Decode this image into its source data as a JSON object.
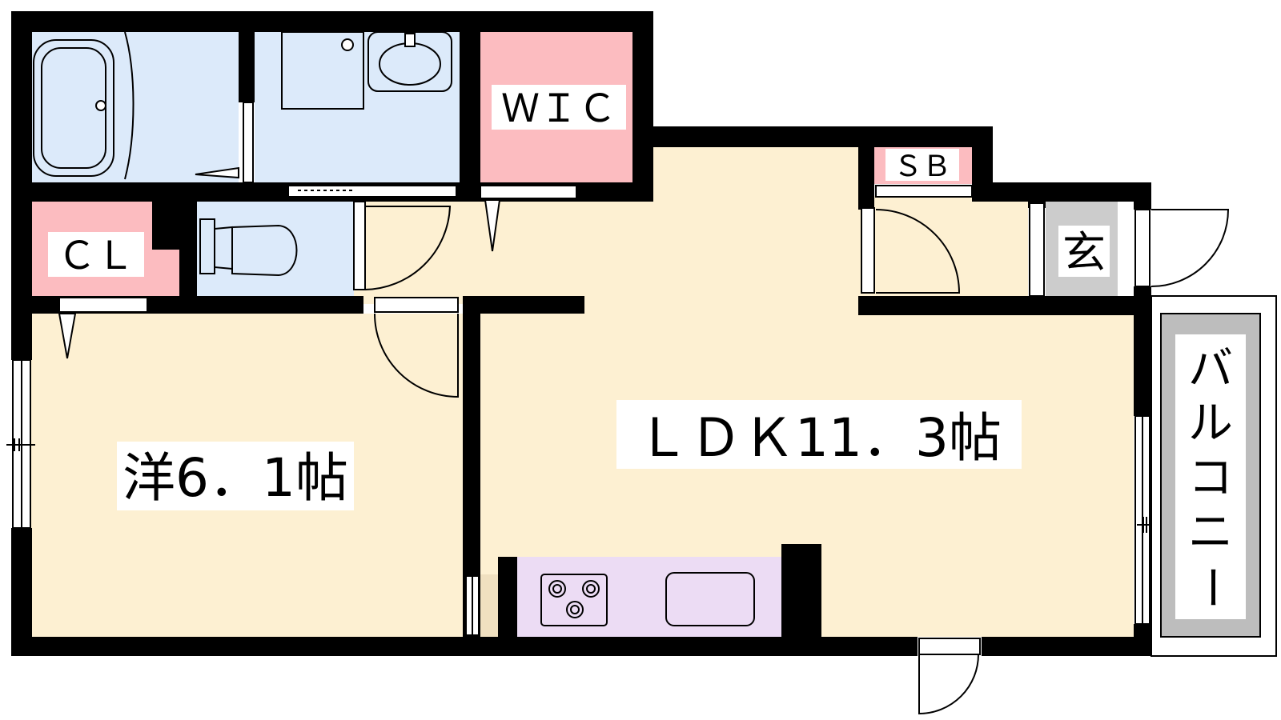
{
  "colors": {
    "wall": "#000000",
    "living_floor": "#fdf0d2",
    "wet_area": "#dceafa",
    "storage": "#fcbcc0",
    "entrance": "#cccccc",
    "kitchen": "#ecdcf4",
    "balcony_frame": "#bdbdbd"
  },
  "rooms": {
    "wic": "ＷＩＣ",
    "sb": "ＳＢ",
    "cl": "ＣＬ",
    "genkan": "玄",
    "ldk": "ＬＤＫ11．3帖",
    "western": "洋6．1帖",
    "balcony": [
      "バ",
      "ル",
      "コ",
      "ニ",
      "ー"
    ]
  },
  "icons": [
    "bathtub-icon",
    "washbasin-icon",
    "toilet-icon",
    "stove-icon",
    "sink-icon",
    "door-swing-icon"
  ]
}
